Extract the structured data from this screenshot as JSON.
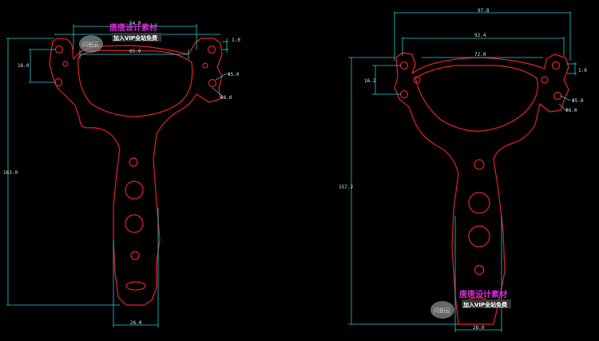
{
  "drawings": {
    "left": {
      "dims": {
        "top_width": "54.0",
        "inner_width": "65.0",
        "small": "1.0",
        "spacing": "16.0",
        "hole_dia": "Φ5.0",
        "hole_dia2": "Φ6.0",
        "total_height": "163.0",
        "handle_width": "26.0"
      }
    },
    "right": {
      "dims": {
        "top_width": "97.8",
        "mid_width": "92.4",
        "inner_width": "72.0",
        "small": "1.0",
        "spacing": "16.2",
        "hole_dia": "Φ5.0",
        "hole_dia2": "Φ6.0",
        "total_height": "157.2",
        "handle_width": "28.0"
      }
    }
  },
  "watermarks": {
    "badge": "闪创云",
    "main": "唐唐设计素材",
    "sub": "加入VIP全站免费"
  },
  "colors": {
    "background": "#000000",
    "outline": "#e8202a",
    "dimension": "#1fd0d8"
  }
}
